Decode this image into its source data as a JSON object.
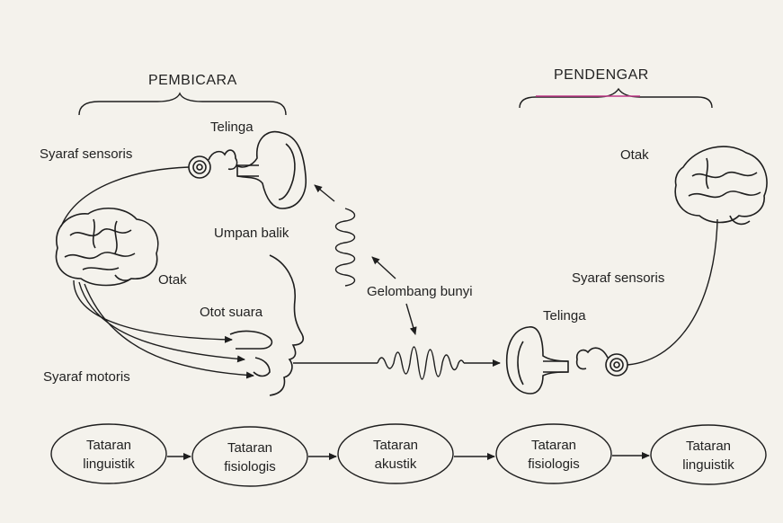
{
  "headers": {
    "speaker": "PEMBICARA",
    "listener": "PENDENGAR"
  },
  "labels": {
    "speaker_ear": "Telinga",
    "speaker_sensory_nerve": "Syaraf sensoris",
    "feedback": "Umpan balik",
    "speaker_brain": "Otak",
    "vocal_muscle": "Otot suara",
    "motor_nerve": "Syaraf motoris",
    "sound_wave": "Gelombang bunyi",
    "listener_brain": "Otak",
    "listener_sensory_nerve": "Syaraf sensoris",
    "listener_ear": "Telinga"
  },
  "levels": [
    {
      "line1": "Tataran",
      "line2": "linguistik"
    },
    {
      "line1": "Tataran",
      "line2": "fisiologis"
    },
    {
      "line1": "Tataran",
      "line2": "akustik"
    },
    {
      "line1": "Tataran",
      "line2": "fisiologis"
    },
    {
      "line1": "Tataran",
      "line2": "linguistik"
    }
  ]
}
